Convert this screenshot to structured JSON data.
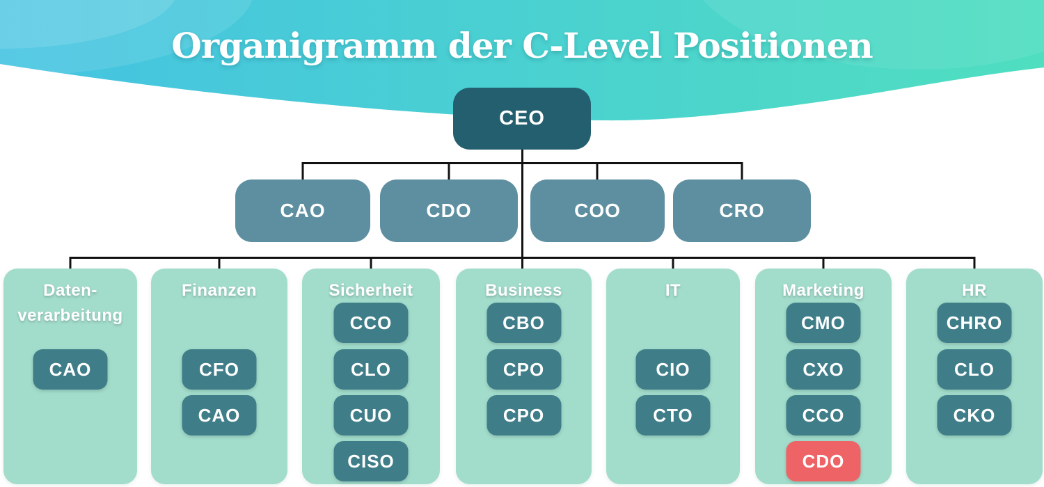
{
  "title": "Organigramm der C-Level Positionen",
  "colors": {
    "title": "#ffffff",
    "wave_left": "#45c3e2",
    "wave_right": "#4fdec0",
    "ceo": "#235f6e",
    "l2": "#5e8fa0",
    "panel": "#a2dccb",
    "chip": "#3f7e89",
    "danger": "#ee6365",
    "line": "#111111"
  },
  "root": {
    "label": "CEO"
  },
  "level2": [
    {
      "label": "CAO"
    },
    {
      "label": "CDO"
    },
    {
      "label": "COO"
    },
    {
      "label": "CRO"
    }
  ],
  "departments": [
    {
      "title_lines": [
        "Daten-",
        "verarbeitung"
      ],
      "roles": [
        {
          "label": "CAO"
        }
      ]
    },
    {
      "title_lines": [
        "Finanzen"
      ],
      "roles": [
        {
          "label": "CFO"
        },
        {
          "label": "CAO"
        }
      ]
    },
    {
      "title_lines": [
        "Sicherheit"
      ],
      "roles": [
        {
          "label": "CCO"
        },
        {
          "label": "CLO"
        },
        {
          "label": "CUO"
        },
        {
          "label": "CISO"
        }
      ]
    },
    {
      "title_lines": [
        "Business"
      ],
      "roles": [
        {
          "label": "CBO"
        },
        {
          "label": "CPO"
        },
        {
          "label": "CPO"
        }
      ]
    },
    {
      "title_lines": [
        "IT"
      ],
      "roles": [
        {
          "label": "CIO"
        },
        {
          "label": "CTO"
        }
      ]
    },
    {
      "title_lines": [
        "Marketing"
      ],
      "roles": [
        {
          "label": "CMO"
        },
        {
          "label": "CXO"
        },
        {
          "label": "CCO"
        },
        {
          "label": "CDO",
          "highlight": true
        }
      ]
    },
    {
      "title_lines": [
        "HR"
      ],
      "roles": [
        {
          "label": "CHRO"
        },
        {
          "label": "CLO"
        },
        {
          "label": "CKO"
        }
      ]
    }
  ]
}
